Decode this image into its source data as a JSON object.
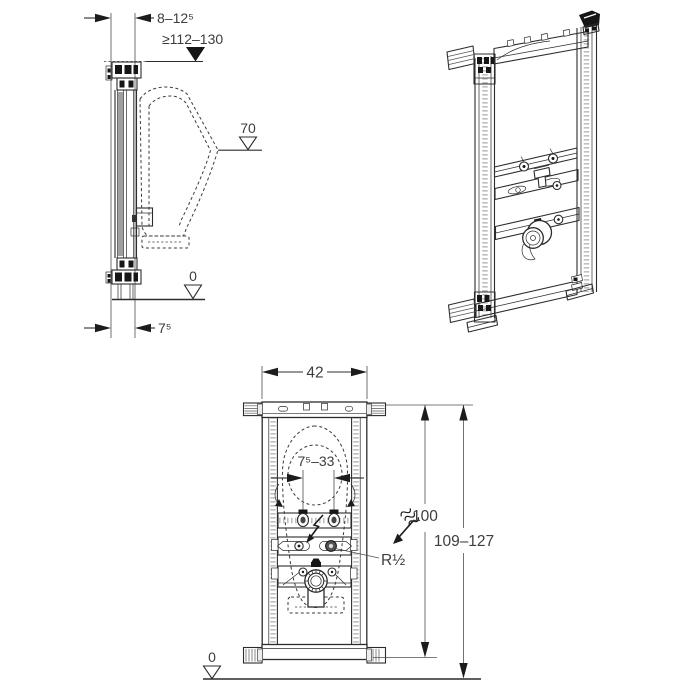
{
  "side_view": {
    "dim_wall_offset": "8–12⁵",
    "dim_top_height": "≥112–130",
    "level_rim": "70",
    "level_floor": "0",
    "dim_depth": "7⁵"
  },
  "front_view": {
    "dim_width": "42",
    "dim_bolt_spacing": "7⁵–33",
    "dim_frame_height": "100",
    "dim_total_height": "109–127",
    "label_water_connection": "R½",
    "level_floor": "0"
  },
  "icons": {
    "lightning": "flush-actuation-lightning-icon",
    "water_flow": "water-supply-flow-icon",
    "level_marker_filled": "filled-level-triangle",
    "level_marker_open": "open-level-triangle"
  },
  "colors": {
    "line": "#2c2c2c",
    "dim_line": "#4f4f4f",
    "text": "#3d3d3d",
    "background": "#ffffff"
  }
}
